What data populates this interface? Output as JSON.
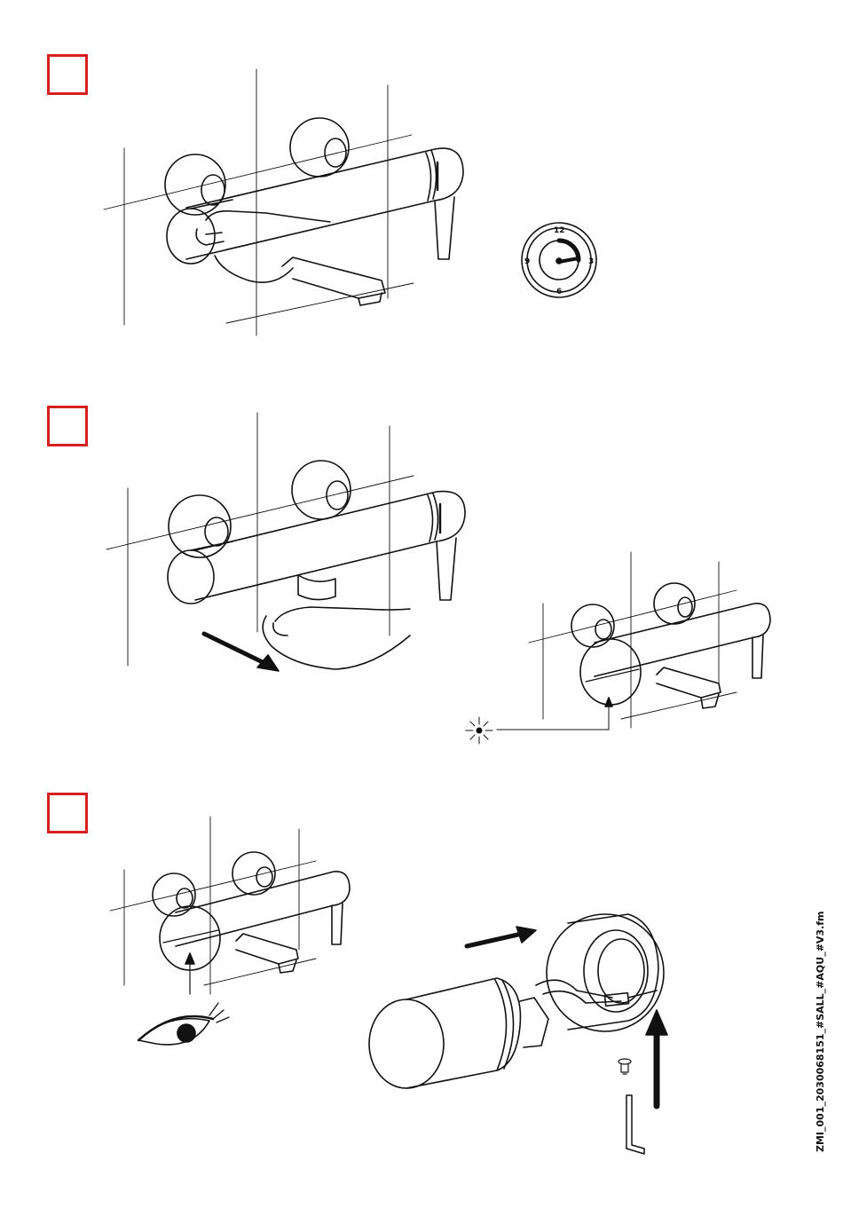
{
  "steps": [
    {
      "id": "step-1",
      "number": ""
    },
    {
      "id": "step-2",
      "number": ""
    },
    {
      "id": "step-3",
      "number": ""
    }
  ],
  "dial": {
    "labels": [
      "12",
      "3",
      "6",
      "9"
    ]
  },
  "footer": {
    "document_id": "ZMI_001_2030068151_#SALL_#AQU_#V3.fm"
  },
  "colors": {
    "step_box": "#d42020",
    "line": "#111111"
  },
  "icons": [
    "led-flash-icon",
    "eye-icon",
    "hex-key-icon",
    "screw-icon",
    "arrow-icon"
  ]
}
